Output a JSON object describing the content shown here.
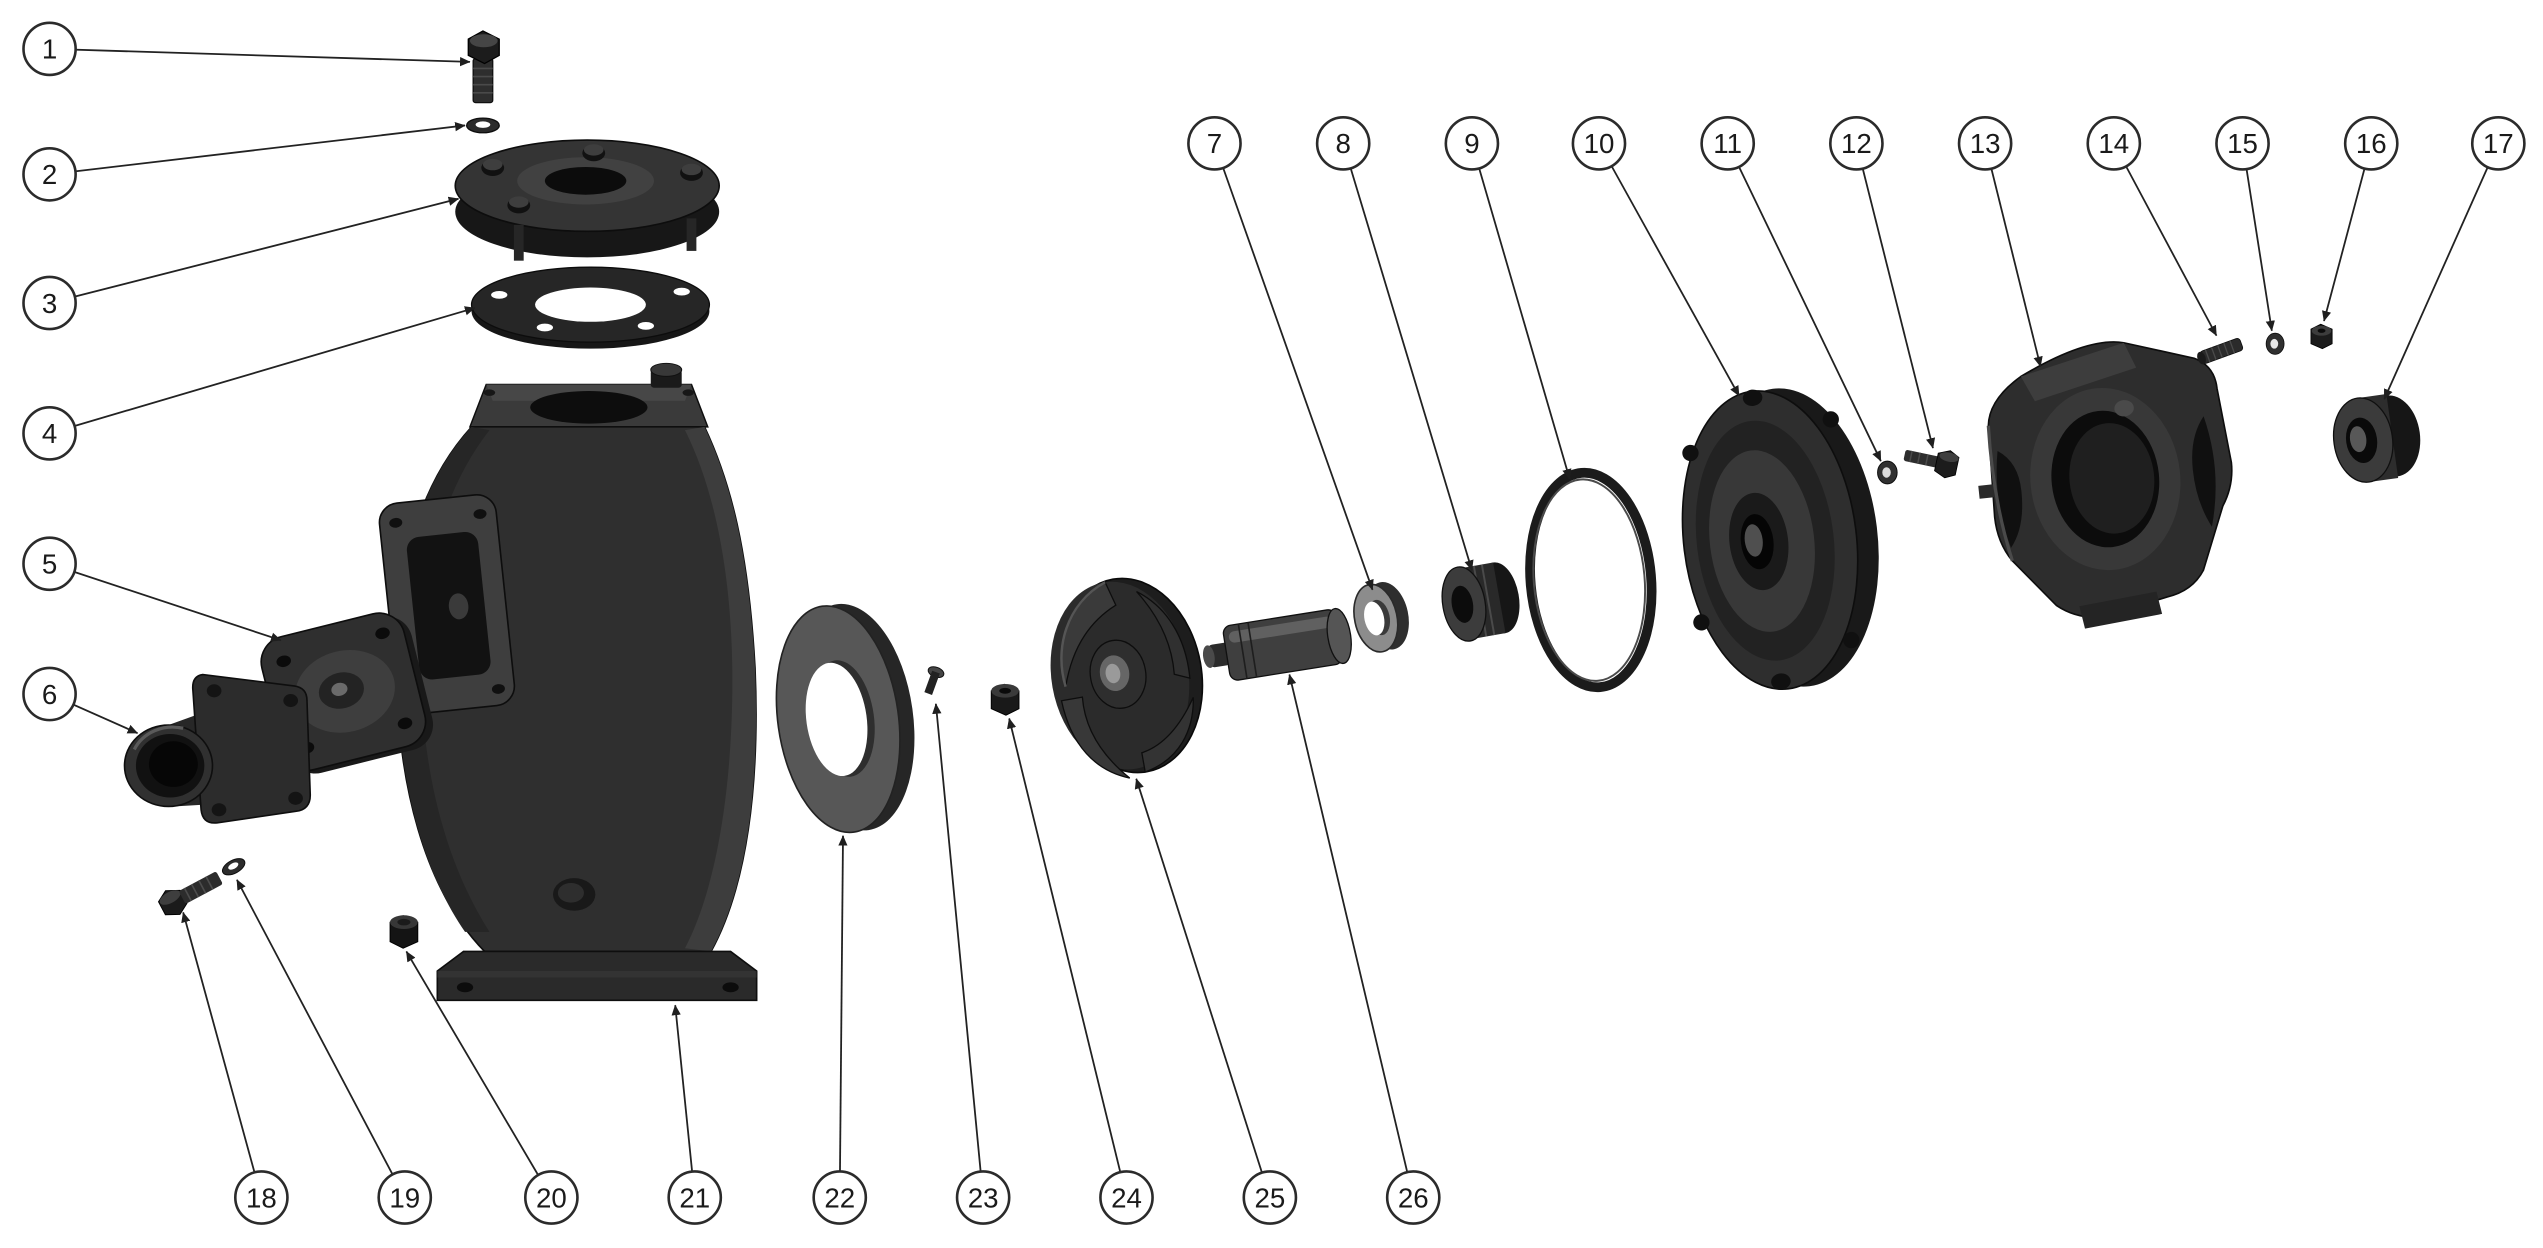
{
  "diagram": {
    "type": "exploded-view-parts-diagram",
    "balloons": [
      {
        "number": "1"
      },
      {
        "number": "2"
      },
      {
        "number": "3"
      },
      {
        "number": "4"
      },
      {
        "number": "5"
      },
      {
        "number": "6"
      },
      {
        "number": "7"
      },
      {
        "number": "8"
      },
      {
        "number": "9"
      },
      {
        "number": "10"
      },
      {
        "number": "11"
      },
      {
        "number": "12"
      },
      {
        "number": "13"
      },
      {
        "number": "14"
      },
      {
        "number": "15"
      },
      {
        "number": "16"
      },
      {
        "number": "17"
      },
      {
        "number": "18"
      },
      {
        "number": "19"
      },
      {
        "number": "20"
      },
      {
        "number": "21"
      },
      {
        "number": "22"
      },
      {
        "number": "23"
      },
      {
        "number": "24"
      },
      {
        "number": "25"
      },
      {
        "number": "26"
      }
    ],
    "colors": {
      "background": "#ffffff",
      "leader_line": "#222222",
      "balloon_outline": "#2b2b2b",
      "balloon_fill": "#ffffff",
      "balloon_text": "#1a1a1a",
      "part_dark": "#1d1d1d",
      "part_body": "#2f2f2f",
      "part_highlight": "#5a5a5a"
    }
  }
}
